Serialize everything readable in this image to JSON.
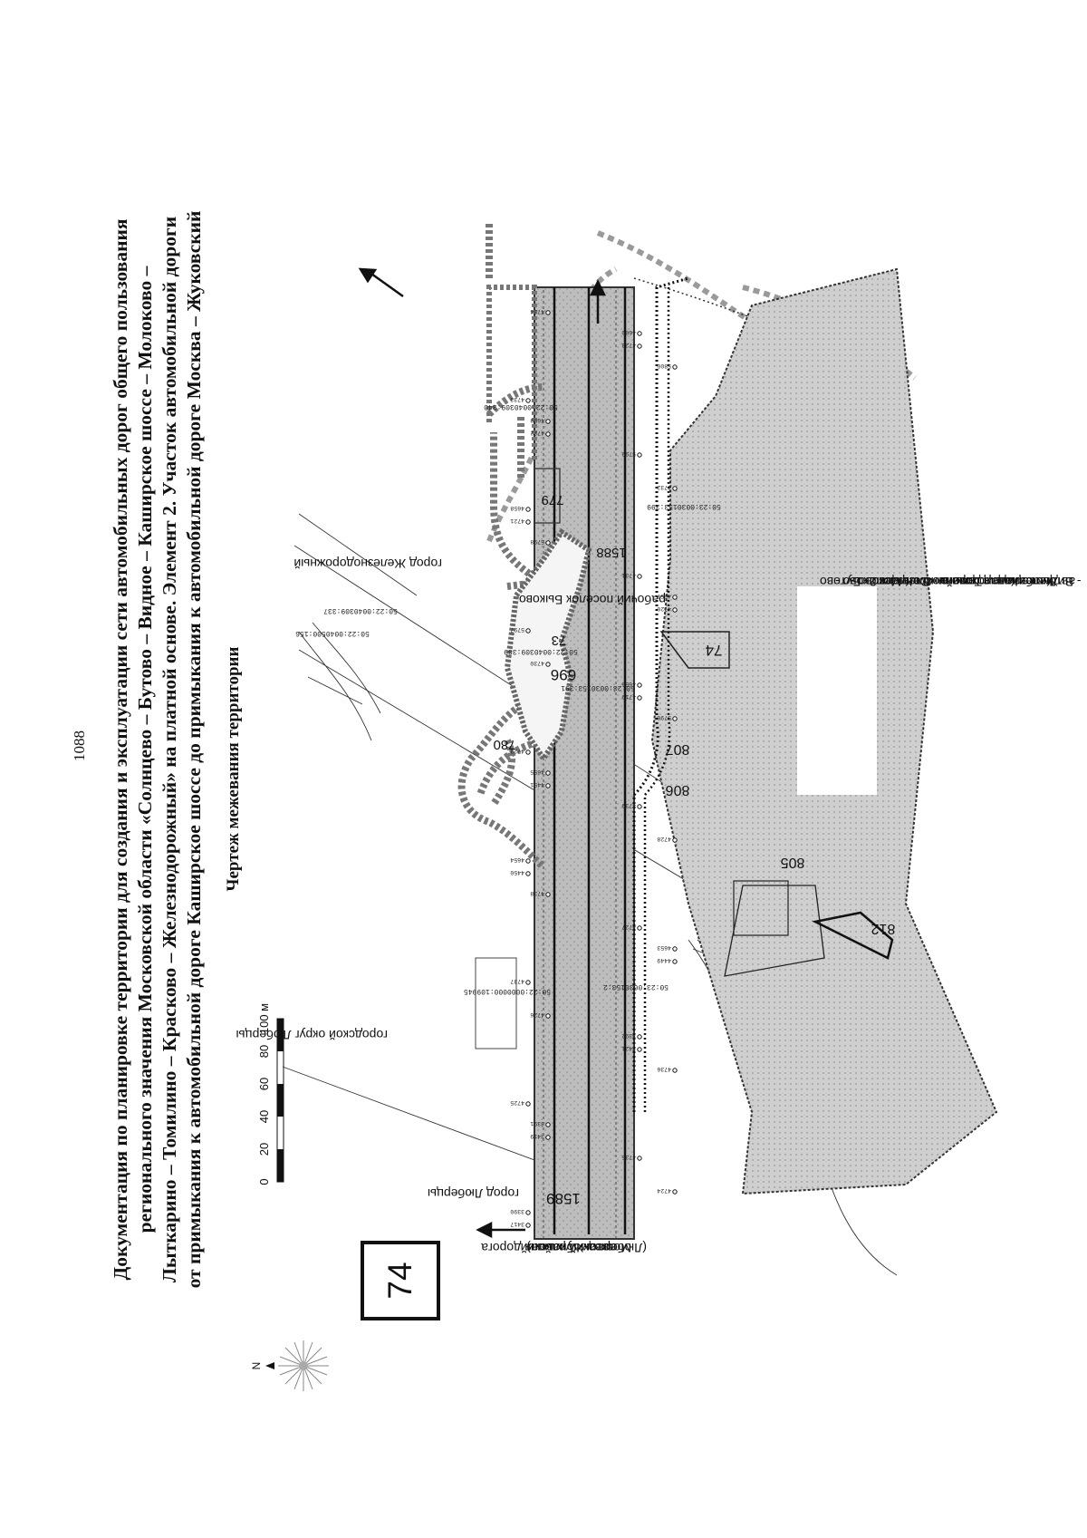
{
  "page_number": "1088",
  "title_lines": [
    "Документация по планировке территории для создания и эксплуатации сети автомобильных дорог общего пользования",
    "регионального значения Московской области «Солнцево – Бутово – Видное – Каширское шоссе – Молоково –",
    "Лыткарино – Томилино – Красково – Железнодорожный» на платной основе. Элемент 2. Участок автомобильной дороги",
    "от примыкания к автомобильной дороге Каширское шоссе до примыкания к автомобильной дороге Москва – Жуковский"
  ],
  "subtitle": "Чертеж межевания территории",
  "sheet_number": "74",
  "compass_letter": "N",
  "scale_bar": {
    "ticks": [
      "0",
      "20",
      "40",
      "60",
      "80",
      "100 м"
    ]
  },
  "labels": {
    "lyubertsy_district": "городской округ Люберцы",
    "lyubertsy_city": "город Люберцы",
    "moscow_zhukovsky_road": [
      "автомобильная дорога",
      "Москва-Жуковский",
      "(Люберецкий район)"
    ],
    "zheleznodorozhny": [
      "город Железнодорожный"
    ],
    "bykovo": "рабочий поселок Быково",
    "road_note": [
      "автомобильная дорога «Солнцево - Бутово",
      "- Видное - Каширское шоссе - Молоково -",
      "Лыткарино  -  Томилино  -  Красково  -",
      "Железнодорожный». Элемент 2."
    ]
  },
  "cadastral_numbers": [
    "50:22:0000000:109945",
    "50:22:0040309:340",
    "50:22:0040309:339",
    "50:22:0040309:337",
    "50:22:0040500:156",
    "50:23:0030153:2",
    "50:23:0030153:391",
    "50:23:0030153:399",
    "50:22:0040309:37"
  ],
  "plot_numbers": [
    "1589",
    "696",
    "73",
    "780",
    "779",
    "1588",
    "74",
    "807",
    "806",
    "805",
    "812"
  ],
  "point_numbers": [
    "3417",
    "3419",
    "3421",
    "4449",
    "4450",
    "4451",
    "4719",
    "4720",
    "4721",
    "4722",
    "4723",
    "4724",
    "4725",
    "4726",
    "4727",
    "4728",
    "4729",
    "4730",
    "4731",
    "4732",
    "4733",
    "4734",
    "4735",
    "4736",
    "4737",
    "4738",
    "4739",
    "5796",
    "5797",
    "5798",
    "5799",
    "5800",
    "3390",
    "3391",
    "3392",
    "4653",
    "4654",
    "4655",
    "4656",
    "4657",
    "4658",
    "4659",
    "4660"
  ]
}
